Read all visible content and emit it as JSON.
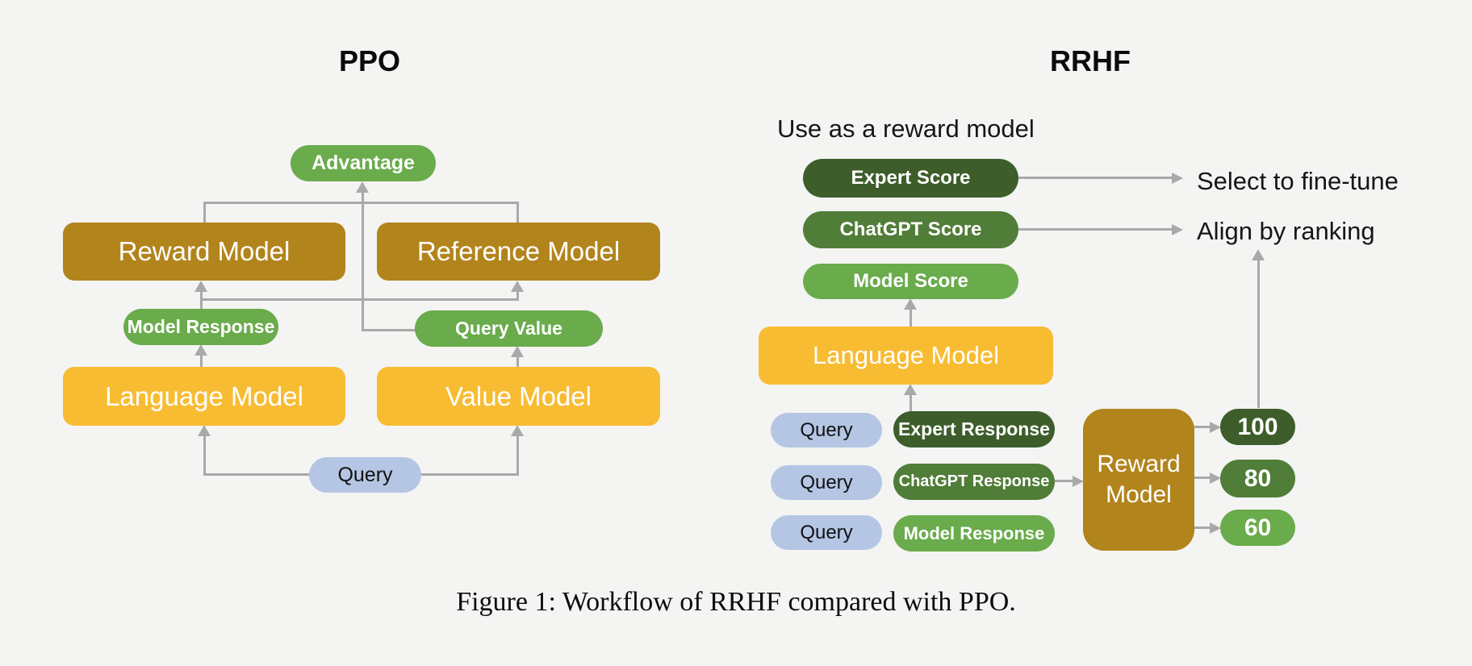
{
  "colors": {
    "background": "#f4f4f3",
    "gold": "#b2841c",
    "yellow": "#f8bc33",
    "green": "#6aab4c",
    "green_mid": "#507d38",
    "green_dark": "#3d5d2a",
    "blue": "#b4c6e4",
    "arrow": "#a9a9a9"
  },
  "ppo": {
    "title": "PPO",
    "advantage": "Advantage",
    "reward_model": "Reward Model",
    "reference_model": "Reference Model",
    "model_response": "Model Response",
    "query_value": "Query Value",
    "language_model": "Language Model",
    "value_model": "Value Model",
    "query": "Query"
  },
  "rrhf": {
    "title": "RRHF",
    "note": "Use as a reward model",
    "expert_score": "Expert Score",
    "chatgpt_score": "ChatGPT Score",
    "model_score": "Model Score",
    "language_model": "Language Model",
    "queries": [
      "Query",
      "Query",
      "Query"
    ],
    "expert_response": "Expert Response",
    "chatgpt_response": "ChatGPT Response",
    "model_response": "Model Response",
    "reward_model_line1": "Reward",
    "reward_model_line2": "Model",
    "scores": [
      "100",
      "80",
      "60"
    ],
    "select_label": "Select to fine-tune",
    "align_label": "Align by ranking"
  },
  "caption": "Figure 1: Workflow of RRHF compared with PPO."
}
